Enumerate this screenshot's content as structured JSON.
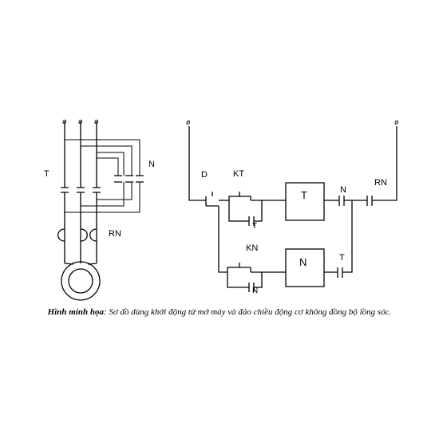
{
  "labels": {
    "power_T": "T",
    "power_N": "N",
    "power_RN": "RN",
    "ctrl_D": "D",
    "ctrl_KT": "KT",
    "ctrl_KT_T": "T",
    "ctrl_KN": "KN",
    "ctrl_KN_N": "N",
    "coil_T": "T",
    "coil_N": "N",
    "contact_N": "N",
    "contact_RN": "RN",
    "contact_T": "T"
  },
  "caption": {
    "bold": "Hình minh họa",
    "text": ": Sơ đồ dùng khởi động từ mở máy và đảo chiều động cơ không đồng bộ lồng sóc."
  }
}
